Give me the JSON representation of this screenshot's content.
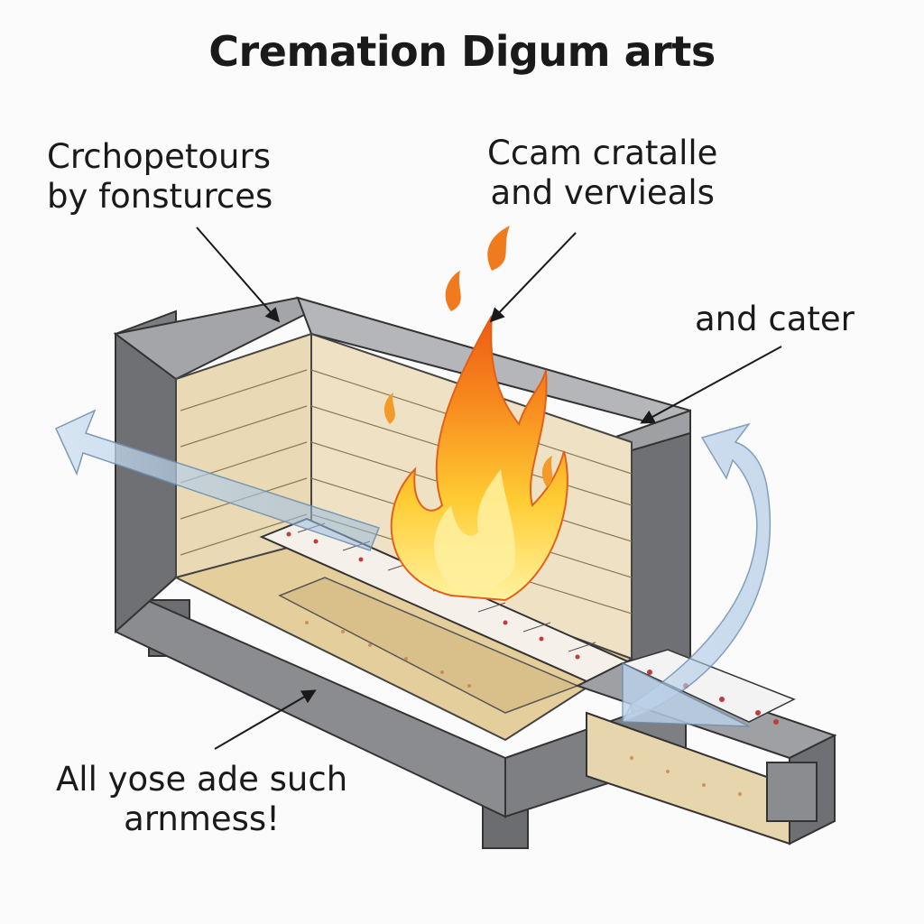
{
  "title": "Cremation Digum arts",
  "labels": {
    "top_left": "Crchopetours\nby fonsturces",
    "top_center": "Ccam cratalle\nand vervieals",
    "right": "and cater",
    "bottom_left": "All yose ade such\narnmess!"
  },
  "colors": {
    "casing": "#6e7074",
    "casing_top": "#9a9ca0",
    "lining": "#efe2c4",
    "floor": "#e6d2a2",
    "flame_outer": "#f07a1e",
    "flame_inner": "#ffd54a",
    "airflow": "#a9c8e6",
    "ink": "#1a1a1a"
  }
}
